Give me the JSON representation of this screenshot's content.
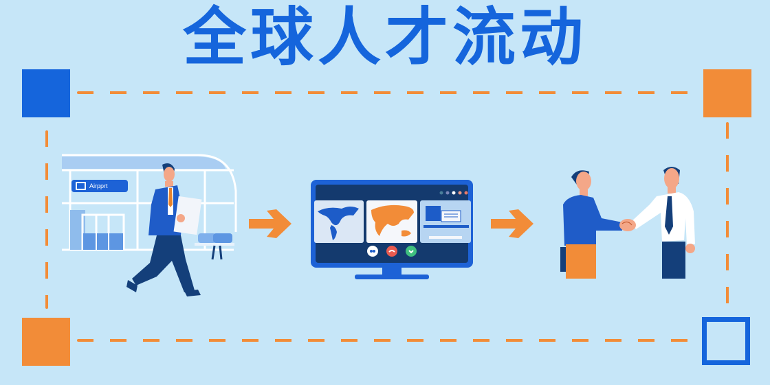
{
  "title": "全球人才流动",
  "colors": {
    "background": "#c6e6f8",
    "primary_blue": "#1565dc",
    "accent_orange": "#f28c38",
    "navy": "#143f7a"
  },
  "corners": {
    "top_left": {
      "style": "filled",
      "color": "#1565dc"
    },
    "top_right": {
      "style": "filled",
      "color": "#f28c38"
    },
    "bottom_left": {
      "style": "filled",
      "color": "#f28c38"
    },
    "bottom_right": {
      "style": "outline",
      "color": "#1565dc"
    }
  },
  "scenes": {
    "airport": {
      "sign_label": "Airpprt",
      "sign_icon": "monitor-icon",
      "figure": "businessman-walking-with-documents"
    },
    "video_call": {
      "panels": [
        "americas-map",
        "eurasia-map-orange",
        "office-desk"
      ],
      "controls": [
        {
          "name": "mute-button",
          "color": "#ffffff"
        },
        {
          "name": "end-call-button",
          "color": "#e95a4f"
        },
        {
          "name": "favorite-button",
          "color": "#3fbf7f"
        }
      ],
      "window_dots": [
        "#4a7f9a",
        "#7a86b8",
        "#ffffff",
        "#e99b8a",
        "#e97a6a"
      ]
    },
    "handshake": {
      "figures": [
        "man-blue-sweater",
        "man-white-shirt-tie"
      ]
    }
  },
  "arrows": [
    {
      "from": "airport",
      "to": "video_call",
      "color": "#f28c38"
    },
    {
      "from": "video_call",
      "to": "handshake",
      "color": "#f28c38"
    }
  ]
}
